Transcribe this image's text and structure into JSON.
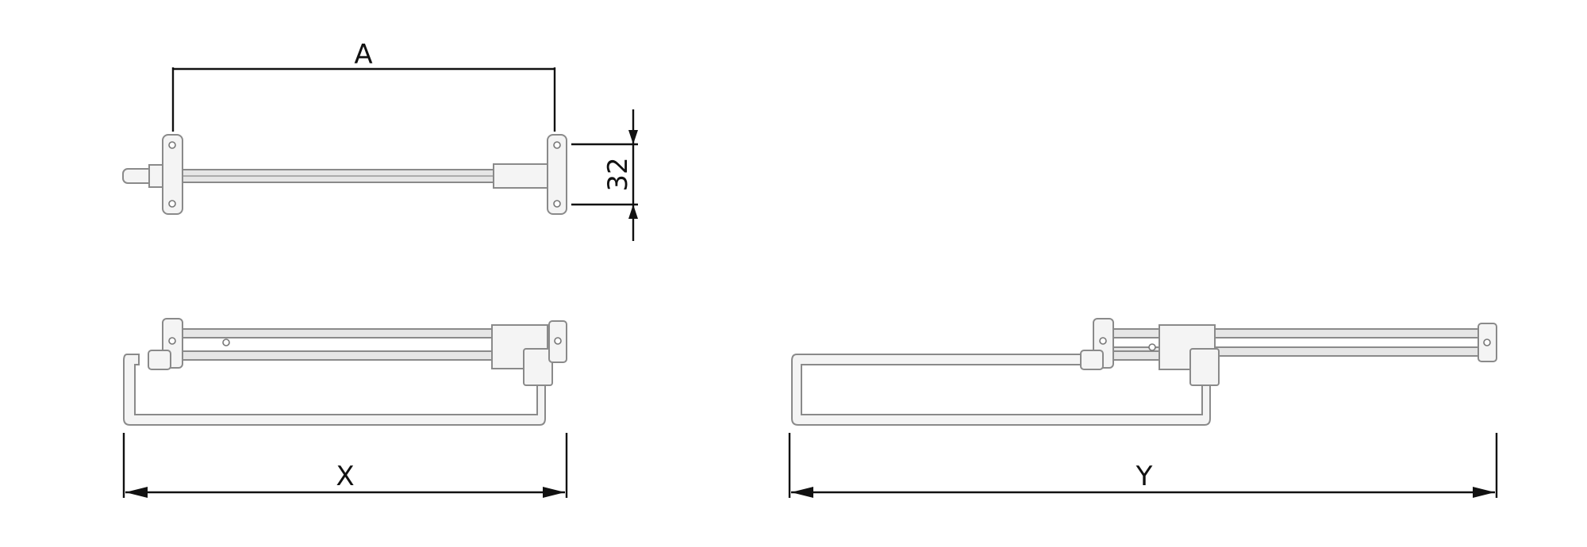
{
  "diagram": {
    "top_view": {
      "dimension_label": "A",
      "height_label": "32"
    },
    "retracted_view": {
      "dimension_label": "X"
    },
    "extended_view": {
      "dimension_label": "Y"
    }
  },
  "colors": {
    "line": "#111111",
    "part_stroke": "#8a8a8a"
  }
}
